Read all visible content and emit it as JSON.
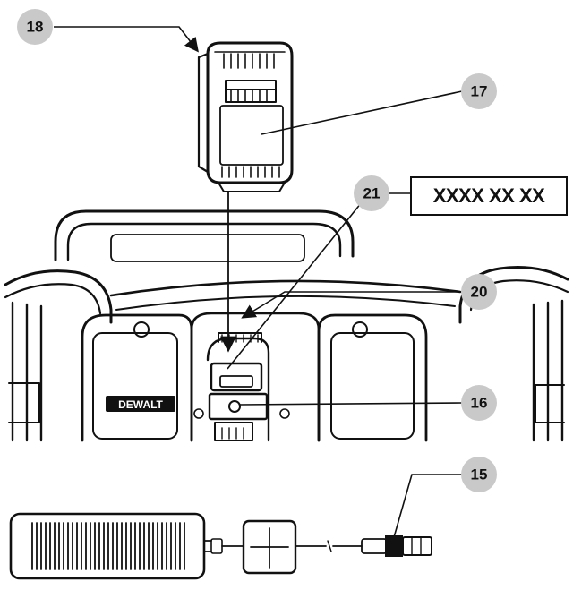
{
  "callouts": {
    "c15": "15",
    "c16": "16",
    "c17": "17",
    "c18": "18",
    "c20": "20",
    "c21": "21"
  },
  "date_code": "XXXX XX XX",
  "brand_badge": "DEWALT",
  "icons": {
    "battery": "battery-pack",
    "radio": "jobsite-radio-battery-bay",
    "adapter": "ac-power-adapter"
  },
  "colors": {
    "callout_fill": "#c9c9c9",
    "ink": "#111111",
    "background": "#ffffff"
  }
}
